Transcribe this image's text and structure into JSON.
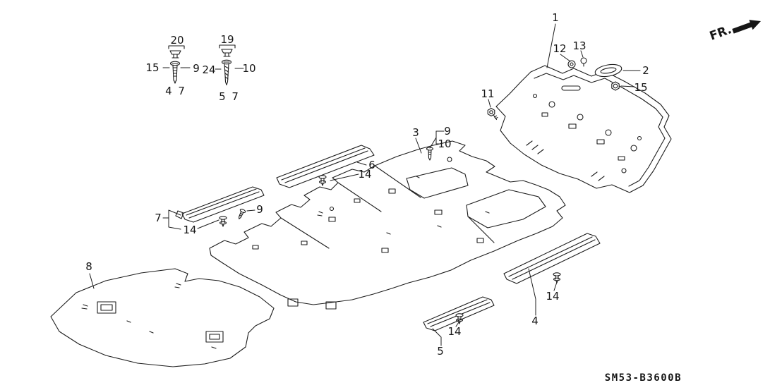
{
  "diagram": {
    "fr_label": "FR.",
    "part_code": "SM53-B3600B",
    "colors": {
      "ink": "#1c1c1c",
      "paper": "#ffffff"
    },
    "callouts": [
      {
        "ref": "20"
      },
      {
        "ref": "15"
      },
      {
        "ref": "9"
      },
      {
        "ref": "4 7"
      },
      {
        "ref": "19"
      },
      {
        "ref": "24"
      },
      {
        "ref": "10"
      },
      {
        "ref": "5 7"
      },
      {
        "ref": "1"
      },
      {
        "ref": "12"
      },
      {
        "ref": "13"
      },
      {
        "ref": "2"
      },
      {
        "ref": "15"
      },
      {
        "ref": "11"
      },
      {
        "ref": "3"
      },
      {
        "ref": "9"
      },
      {
        "ref": "10"
      },
      {
        "ref": "6"
      },
      {
        "ref": "14"
      },
      {
        "ref": "7"
      },
      {
        "ref": "14"
      },
      {
        "ref": "9"
      },
      {
        "ref": "8"
      },
      {
        "ref": "14"
      },
      {
        "ref": "4"
      },
      {
        "ref": "14"
      },
      {
        "ref": "5"
      }
    ]
  }
}
